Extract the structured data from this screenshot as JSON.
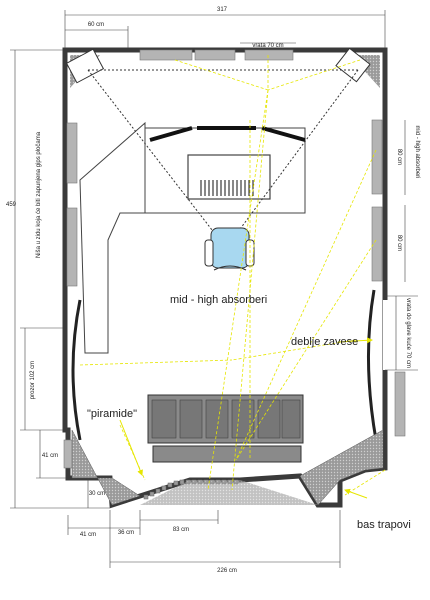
{
  "dimensions": {
    "top_width": "317",
    "top_left": "60 cm",
    "door": "vrata 70 cm",
    "height": "459",
    "bottom_width": "226 cm",
    "bottom_83": "83 cm",
    "bottom_36": "36 cm",
    "bottom_41": "41 cm",
    "left_41": "41 cm",
    "left_30": "30 cm",
    "window_left": "prozor 102 cm",
    "right_80_top": "80 cm",
    "right_80_bottom": "80 cm",
    "right_door": "vrata do glave kuće 70 cm"
  },
  "labels": {
    "left_niche": "Niša u zidu koja će biti zapunjena gips pločama",
    "right_absorbers": "mid - high absorberi",
    "mid_high": "mid - high absorberi",
    "curtains": "deblje zavese",
    "piramide": "\"piramide\"",
    "bass_traps": "bas trapovi"
  },
  "colors": {
    "wall": "#3a3a3a",
    "panel": "#b4b4b4",
    "sofa": "#8a8a8a",
    "chair": "#a8d8f0",
    "guide": "#e6e600",
    "floor": "#ffffff"
  }
}
